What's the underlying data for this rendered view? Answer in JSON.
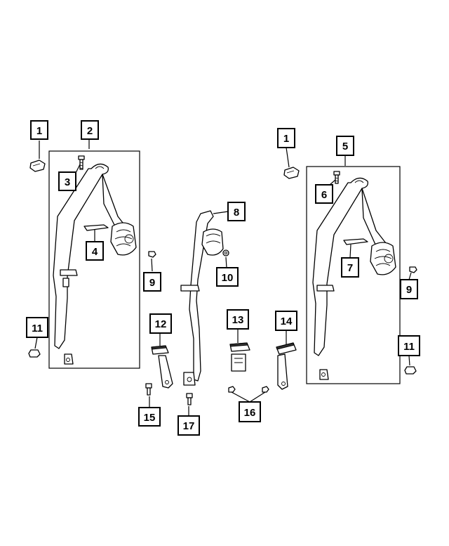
{
  "callouts": [
    {
      "id": "c1a",
      "label": "1"
    },
    {
      "id": "c2",
      "label": "2"
    },
    {
      "id": "c3",
      "label": "3"
    },
    {
      "id": "c4",
      "label": "4"
    },
    {
      "id": "c11a",
      "label": "11"
    },
    {
      "id": "c8",
      "label": "8"
    },
    {
      "id": "c9a",
      "label": "9"
    },
    {
      "id": "c10",
      "label": "10"
    },
    {
      "id": "c12",
      "label": "12"
    },
    {
      "id": "c13",
      "label": "13"
    },
    {
      "id": "c14",
      "label": "14"
    },
    {
      "id": "c15",
      "label": "15"
    },
    {
      "id": "c16",
      "label": "16"
    },
    {
      "id": "c17",
      "label": "17"
    },
    {
      "id": "c1b",
      "label": "1"
    },
    {
      "id": "c5",
      "label": "5"
    },
    {
      "id": "c6",
      "label": "6"
    },
    {
      "id": "c7",
      "label": "7"
    },
    {
      "id": "c9b",
      "label": "9"
    },
    {
      "id": "c11b",
      "label": "11"
    }
  ]
}
